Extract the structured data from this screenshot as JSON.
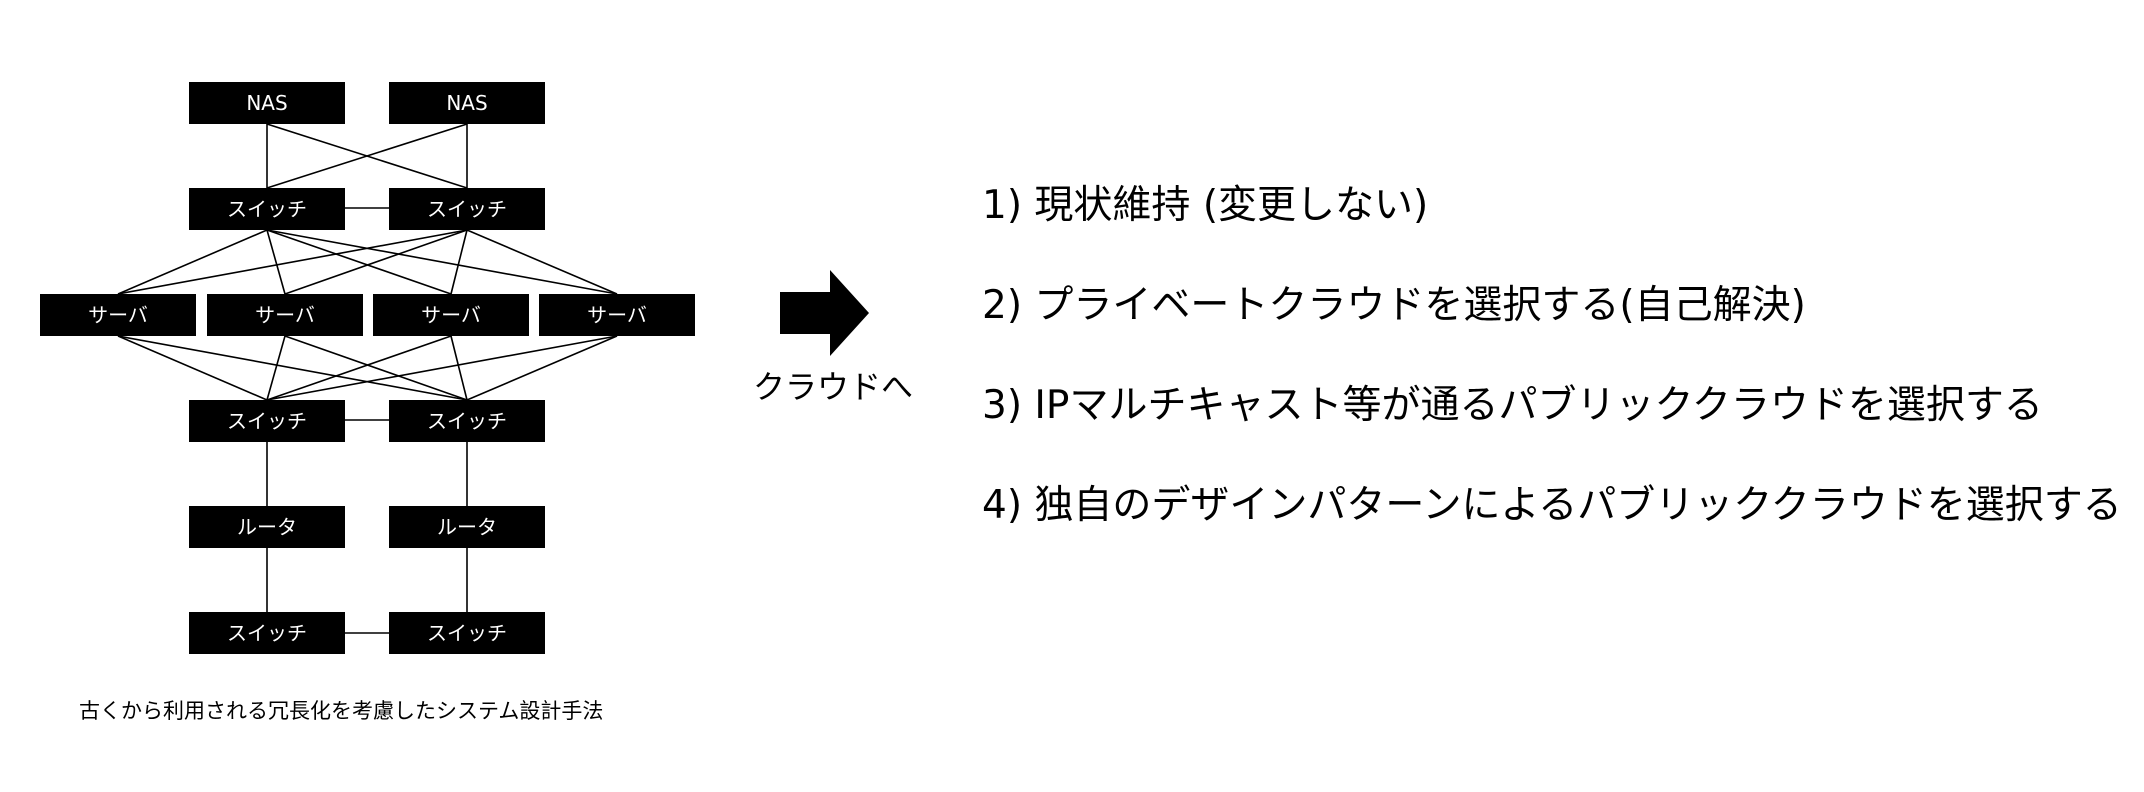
{
  "colors": {
    "background": "#ffffff",
    "node_fill": "#000000",
    "node_text": "#ffffff",
    "line": "#000000",
    "text": "#000000"
  },
  "diagram": {
    "nodes": {
      "nas_left": "NAS",
      "nas_right": "NAS",
      "switch_top_left": "スイッチ",
      "switch_top_right": "スイッチ",
      "server_1": "サーバ",
      "server_2": "サーバ",
      "server_3": "サーバ",
      "server_4": "サーバ",
      "switch_mid_left": "スイッチ",
      "switch_mid_right": "スイッチ",
      "router_left": "ルータ",
      "router_right": "ルータ",
      "switch_bottom_left": "スイッチ",
      "switch_bottom_right": "スイッチ"
    },
    "caption": "古くから利用される冗長化を考慮したシステム設計手法"
  },
  "arrow": {
    "label": "クラウドへ",
    "icon": "right-arrow-icon"
  },
  "options": [
    "1)  現状維持 (変更しない)",
    "2)  プライベートクラウドを選択する(自己解決)",
    "3)  IPマルチキャスト等が通るパブリッククラウドを選択する",
    "4)  独自のデザインパターンによるパブリッククラウドを選択する"
  ]
}
